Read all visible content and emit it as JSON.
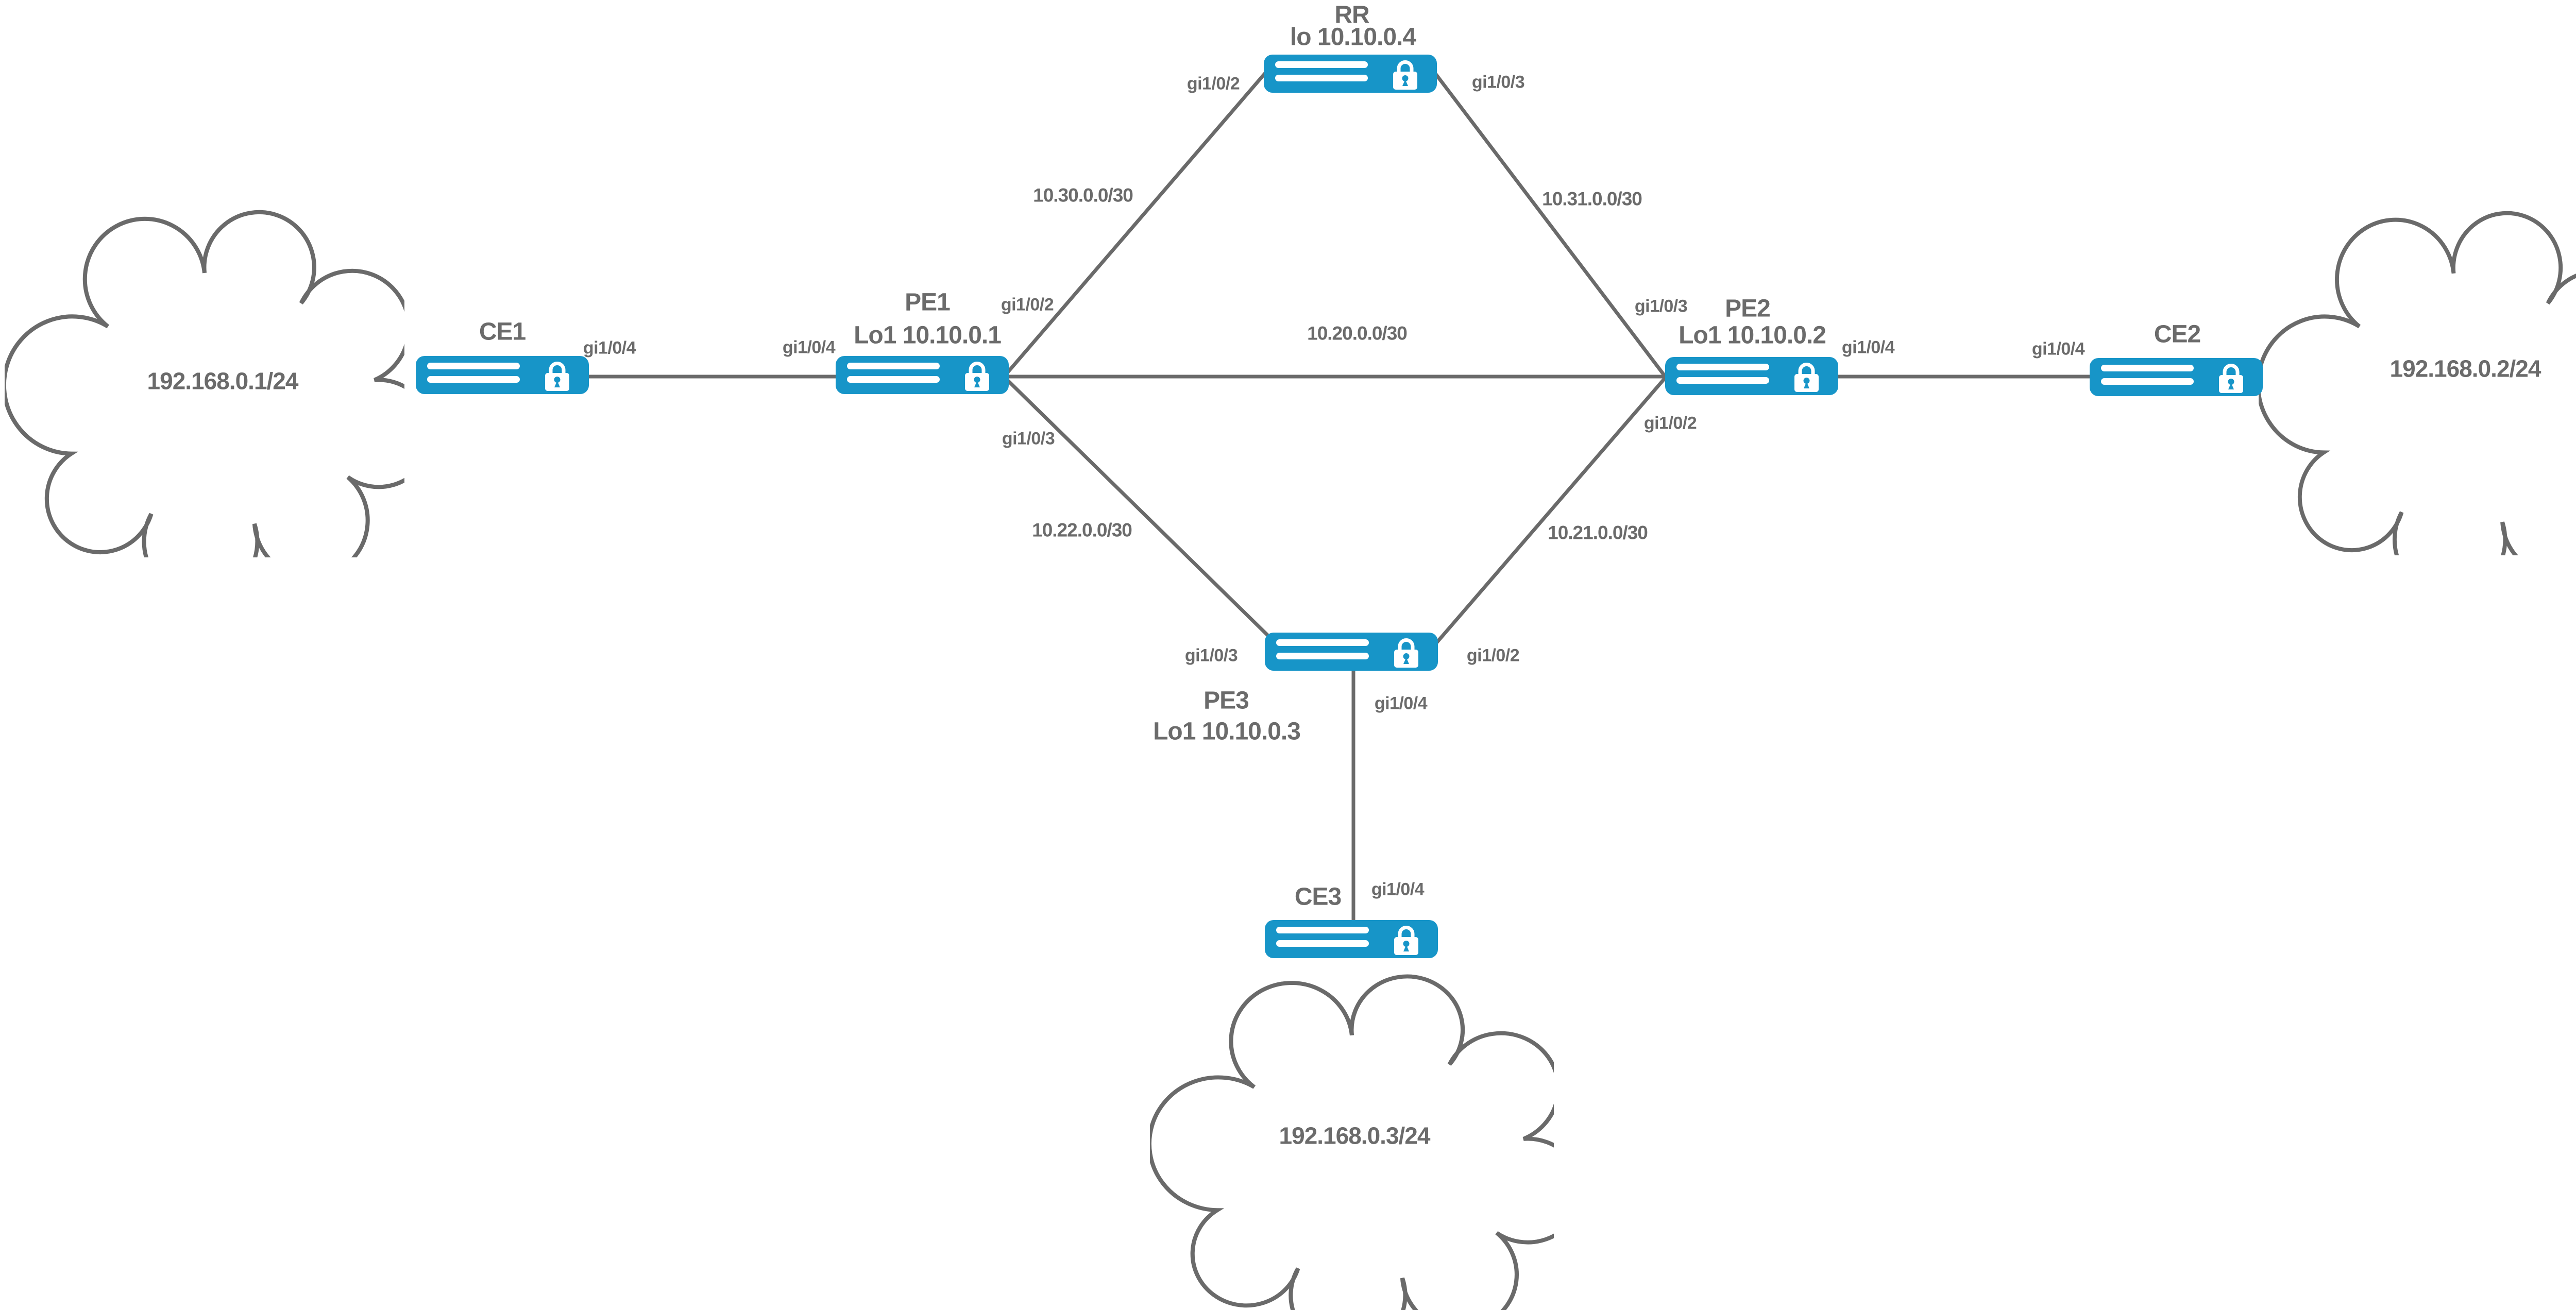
{
  "nodes": {
    "ce1": {
      "name": "CE1"
    },
    "pe1": {
      "name": "PE1",
      "loopback": "Lo1 10.10.0.1"
    },
    "rr": {
      "name": "RR",
      "loopback": "lo 10.10.0.4"
    },
    "pe2": {
      "name": "PE2",
      "loopback": "Lo1 10.10.0.2"
    },
    "ce2": {
      "name": "CE2"
    },
    "pe3": {
      "name": "PE3",
      "loopback": "Lo1 10.10.0.3"
    },
    "ce3": {
      "name": "CE3"
    }
  },
  "networks": {
    "left": "192.168.0.1/24",
    "right": "192.168.0.2/24",
    "bottom": "192.168.0.3/24"
  },
  "link_subnets": {
    "pe1_rr": "10.30.0.0/30",
    "rr_pe2": "10.31.0.0/30",
    "pe1_pe2": "10.20.0.0/30",
    "pe1_pe3": "10.22.0.0/30",
    "pe2_pe3": "10.21.0.0/30"
  },
  "ports": {
    "ce1_to_pe1": "gi1/0/4",
    "pe1_to_ce1": "gi1/0/4",
    "pe1_to_rr": "gi1/0/2",
    "pe1_to_pe3": "gi1/0/3",
    "rr_to_pe1": "gi1/0/2",
    "rr_to_pe2": "gi1/0/3",
    "pe2_to_rr": "gi1/0/3",
    "pe2_to_pe3": "gi1/0/2",
    "pe2_to_ce2": "gi1/0/4",
    "ce2_to_pe2": "gi1/0/4",
    "pe3_to_pe1": "gi1/0/3",
    "pe3_to_pe2": "gi1/0/2",
    "pe3_to_ce3": "gi1/0/4",
    "ce3_to_pe3": "gi1/0/4"
  },
  "colors": {
    "router_fill": "#1795c8",
    "line": "#6a6a6a",
    "label_text": "#6b6b6b"
  }
}
